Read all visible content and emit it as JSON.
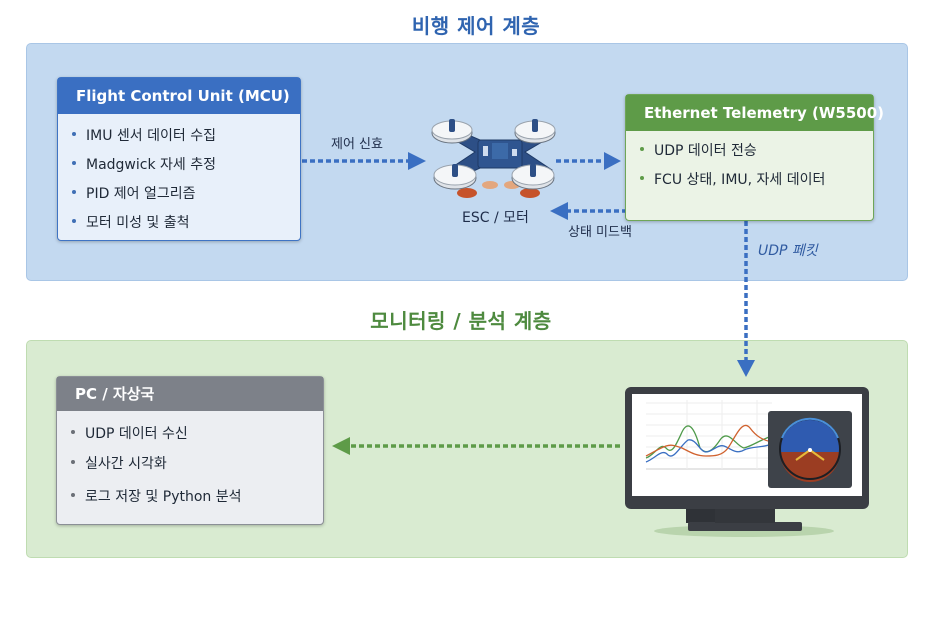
{
  "layers": {
    "top": {
      "title": "비행 제어 계층",
      "color": "#2f64b0",
      "background": "#c3d9f0"
    },
    "bottom": {
      "title": "모니터링 / 분석 계층",
      "color": "#4e8a3f",
      "background": "#d9ebd1"
    }
  },
  "boxes": {
    "fcu": {
      "title": "Flight Control Unit (MCU)",
      "header_color": "#3a6fc2",
      "items": [
        "IMU 센서 데이터 수집",
        "Madgwick 자세 추정",
        "PID 제어 얼그리즘",
        "모터 미성 및 출척"
      ]
    },
    "ethernet": {
      "title": "Ethernet Telemetry (W5500)",
      "header_color": "#5e9b48",
      "items": [
        "UDP 데이터 전승",
        "FCU 상태, IMU, 자세 데이터"
      ]
    },
    "pc": {
      "title": "PC / 자상국",
      "header_color": "#7d8189",
      "items": [
        "UDP 데이터 수신",
        "실사간 시각화",
        "로그 저장 및 Python 분석"
      ]
    }
  },
  "connectors": {
    "control_signal": "제어 신효",
    "esc_motor": "ESC / 모터",
    "status_feedback": "상태 미드백",
    "udp_packet": "UDP 페킷"
  },
  "icons": {
    "drone": "quadcopter-drone-icon",
    "monitor": "monitor-dashboard-icon"
  }
}
